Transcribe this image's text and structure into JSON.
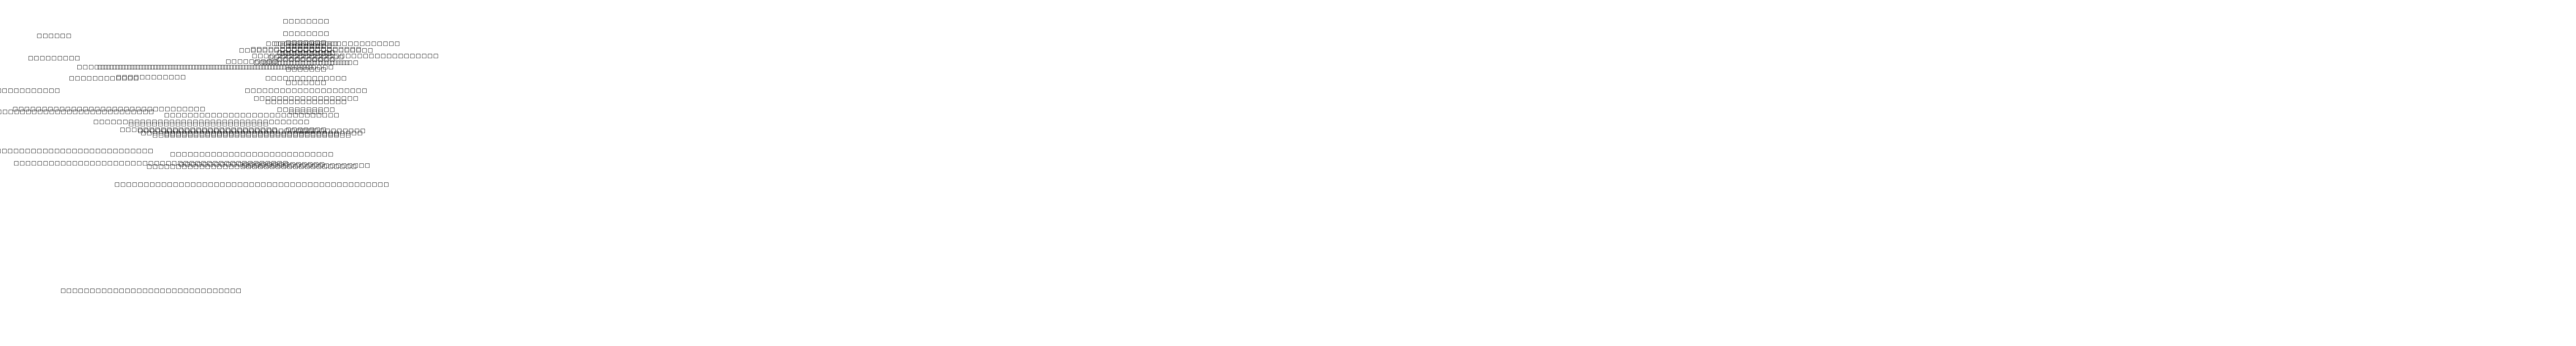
{
  "colors": {
    "edge": "#191970",
    "root_fill": "#bfbfbf",
    "highlight_border": "#ff0000",
    "plain_border": "#bfbfbf"
  },
  "nodes": [
    {
      "id": "root",
      "text": "□□□□□□□□□□□□□□□□□□",
      "style": "root"
    },
    {
      "id": "n01",
      "text": "□□□□□□",
      "style": "doc"
    },
    {
      "id": "n02",
      "text": "□□□□□□□□□□□□",
      "style": "plain"
    },
    {
      "id": "n03",
      "text": "□□□□□□□□□",
      "style": "doc"
    },
    {
      "id": "n04",
      "text": "□□□□□□□□□□□□□□□□□□□□□□□□□□□□□□□□□□□",
      "style": "doc"
    },
    {
      "id": "n05",
      "text": "□□□□□□□□□□□□□□□□□□□□□□□□□□□□□□□□□□",
      "style": "doc"
    },
    {
      "id": "n06",
      "text": "□□□□□□□□□□□□□□□□□□□□□□□□□□□□□□□□□",
      "style": "doc"
    },
    {
      "id": "n07",
      "text": "□□□□□□□□□□□□□□□□□□□□□□□□□□□□□□□□□□□□□□□□□□□□□□□",
      "style": "doc"
    },
    {
      "id": "n08",
      "text": "□□□□□□□□□□□□□□□□□□□□□□□□□□□□□□□",
      "style": "plain"
    },
    {
      "id": "n09",
      "text": "□□□□□□□□□□□□",
      "style": "doc"
    },
    {
      "id": "n10",
      "text": "□□□□□□□□□□□□□□□□□□□□□□□□□□□□□□□□□□□□□",
      "style": "doc"
    },
    {
      "id": "n11",
      "text": "□□□□□□□□□□□□□□□□□□□□□□□□",
      "style": "doc"
    },
    {
      "id": "n12",
      "text": "□□□□□□□□□□□□□□□□□□□□□□□□□□□",
      "style": "doc"
    },
    {
      "id": "n13",
      "text": "□□□□□□□□□□□□□□□□□□□□□□□□□□□□□□□□□□□□□□",
      "style": "doc"
    },
    {
      "id": "n14",
      "text": "□□□□□□□□□□□□□□□□□□□□□□□□□□□□□□□□□□□□",
      "style": "doc"
    },
    {
      "id": "n15",
      "text": "□□□□□□□□□□□□□□□□□□□□□□□□□□□□□□",
      "style": "plain"
    },
    {
      "id": "n16",
      "text": "□□□□□□□□□□□□□□□□□□□□□□□□□□□□□□",
      "style": "doc"
    },
    {
      "id": "n17",
      "text": "□□□□□□□□□□□□□□□□□□□□□□□□□□□□",
      "style": "plain"
    },
    {
      "id": "n18",
      "text": "□□□□□□□□□□□□□□□□□□□□□□□□□□□□□□□□□□□□□□□□□□□□□□□",
      "style": "doc"
    },
    {
      "id": "n19",
      "text": "□□□□□□□□□□□□□□□□□□□□□□□□□□□□□□□□□□",
      "style": "red"
    },
    {
      "id": "n20",
      "text": "□□□□□□□□□□□□□□□□□□□□□□□□□□□□□□□□□□□□□□□",
      "style": "doc"
    },
    {
      "id": "n21",
      "text": "□□□□□□□□□",
      "style": "doc"
    },
    {
      "id": "n22",
      "text": "□□□□□□□□□□□□□□□□□□□□□□□□□",
      "style": "doc"
    },
    {
      "id": "n23",
      "text": "□□□□□□□□□□□□□□□□□□□□□□□□□□□□□□□□□□□□□",
      "style": "doc"
    },
    {
      "id": "n24",
      "text": "□□□□□□□□□□□□□□□□□□□□□□□□□□□□□□□□□□□□□□□□□□□□",
      "style": "doc"
    },
    {
      "id": "n25",
      "text": "□□□□□□□□□□□□□",
      "style": "plain"
    },
    {
      "id": "n26",
      "text": "□□□□□□",
      "style": "plain"
    },
    {
      "id": "n27",
      "text": "□□□□□□□□□□□□□□□□□□",
      "style": "plain"
    },
    {
      "id": "n28",
      "text": "□□□□□□□",
      "style": "plain"
    },
    {
      "id": "n29",
      "text": "□□□□□□□□□",
      "style": "plain"
    },
    {
      "id": "n30",
      "text": "□□□□□□□□□□□□□□",
      "style": "plain"
    },
    {
      "id": "n31",
      "text": "□□□□□□□□□□□□□□□□□□□□□□",
      "style": "doc"
    },
    {
      "id": "n32",
      "text": "□□□□□□□□□□□□□□",
      "style": "plain"
    },
    {
      "id": "n33",
      "text": "□□□□□□□□□□",
      "style": "plain"
    },
    {
      "id": "n34",
      "text": "□□□□□□□□□□",
      "style": "plain"
    },
    {
      "id": "n35",
      "text": "□□□□□□□□□□□□□□□",
      "style": "plain"
    },
    {
      "id": "n36",
      "text": "□□□□□□",
      "style": "plain"
    },
    {
      "id": "n37",
      "text": "□□□□□□□□□□□□□□□□□□□□□□□",
      "style": "plain"
    },
    {
      "id": "n38",
      "text": "□□□□□□□□",
      "style": "plain"
    },
    {
      "id": "n39",
      "text": "□□□□□□□□□□□",
      "style": "plain"
    },
    {
      "id": "n40",
      "text": "□□□□□□□□□□□",
      "style": "plain"
    },
    {
      "id": "n41",
      "text": "□□□",
      "style": "plain"
    },
    {
      "id": "n42",
      "text": "□□□□□□□",
      "style": "plain"
    },
    {
      "id": "n43",
      "text": "□□□□□□□",
      "style": "plain"
    },
    {
      "id": "n44",
      "text": "□□□□□□□□□□□□□□□□□□□□□",
      "style": "plain"
    },
    {
      "id": "n45",
      "text": "□□□□□□□",
      "style": "plain"
    },
    {
      "id": "n46",
      "text": "□□□□□□□□□□□□□□□□□□",
      "style": "plain"
    },
    {
      "id": "n47",
      "text": "□□□□□□□□□□□□□□□□□□□",
      "style": "plain"
    },
    {
      "id": "n48",
      "text": "□□□□□□□□□□□□□□□□□□□□□□□□□□□□□□□□",
      "style": "plain"
    },
    {
      "id": "n49",
      "text": "□□□□□□□□□□□□□□□□□□□□□□□",
      "style": "plain"
    },
    {
      "id": "n50",
      "text": "□□□□□□□□□□",
      "style": "plain"
    },
    {
      "id": "n51",
      "text": "□□□□□□□□□",
      "style": "plain"
    },
    {
      "id": "n52",
      "text": "□□□□□□",
      "style": "plain"
    },
    {
      "id": "n53",
      "text": "□□□□□□□□",
      "style": "plain"
    }
  ]
}
